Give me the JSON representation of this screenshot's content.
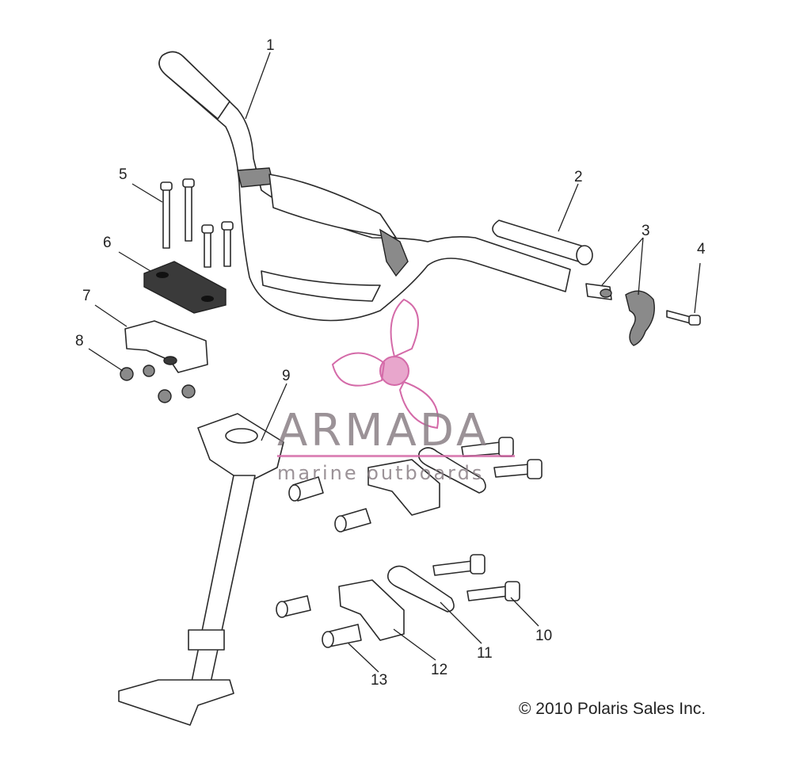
{
  "callouts": [
    {
      "id": "1",
      "text": "1"
    },
    {
      "id": "2",
      "text": "2"
    },
    {
      "id": "3",
      "text": "3"
    },
    {
      "id": "4",
      "text": "4"
    },
    {
      "id": "5",
      "text": "5"
    },
    {
      "id": "6",
      "text": "6"
    },
    {
      "id": "7",
      "text": "7"
    },
    {
      "id": "8",
      "text": "8"
    },
    {
      "id": "9",
      "text": "9"
    },
    {
      "id": "10",
      "text": "10"
    },
    {
      "id": "11",
      "text": "11"
    },
    {
      "id": "12",
      "text": "12"
    },
    {
      "id": "13",
      "text": "13"
    }
  ],
  "watermark": {
    "brand": "ARMADA",
    "tagline": "marine outboards",
    "color": "#d46aa8"
  },
  "copyright": "© 2010 Polaris Sales Inc."
}
